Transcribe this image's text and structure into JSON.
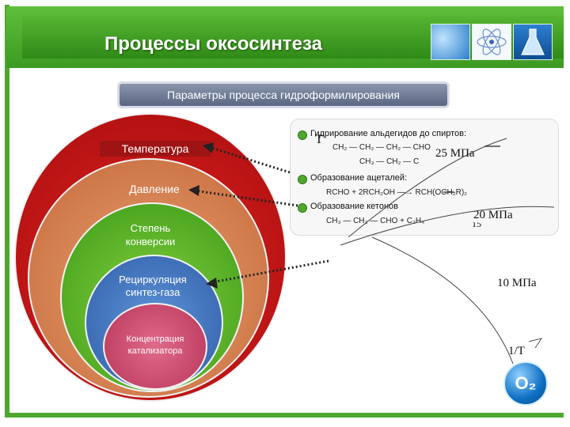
{
  "header": {
    "title": "Процессы оксосинтеза"
  },
  "params_bar": {
    "label": "Параметры процесса гидроформилирования"
  },
  "circles": {
    "temperature": "Температура",
    "pressure": "Давление",
    "conversion_line1": "Степень",
    "conversion_line2": "конверсии",
    "recycle_line1": "Рециркуляция",
    "recycle_line2": "синтез-газа",
    "catalyst_line1": "Концентрация",
    "catalyst_line2": "катализатора"
  },
  "reactions": {
    "r1_title": "Гидрирование альдегидов до спиртов:",
    "r1_formula_a": "CH₂ — CH₂ — CH₂ — CHO",
    "r1_formula_b": "CH₃ — CH₂ — C",
    "r2_title": "Образование ацеталей:",
    "r2_formula": "RCHO + 2RCH₂OH —→ RCH(OCH₂R)₂",
    "r3_title": "Образование кетонов",
    "r3_formula": "CH₃ — CH₃ — CHO + C₂H₄"
  },
  "graph_labels": {
    "t_letter": "T",
    "p25": "25  МПа",
    "p20": "20  МПа",
    "p10": "10  МПа",
    "axis": "1/T",
    "num_15": "15"
  },
  "logo": {
    "text": "O₂"
  }
}
